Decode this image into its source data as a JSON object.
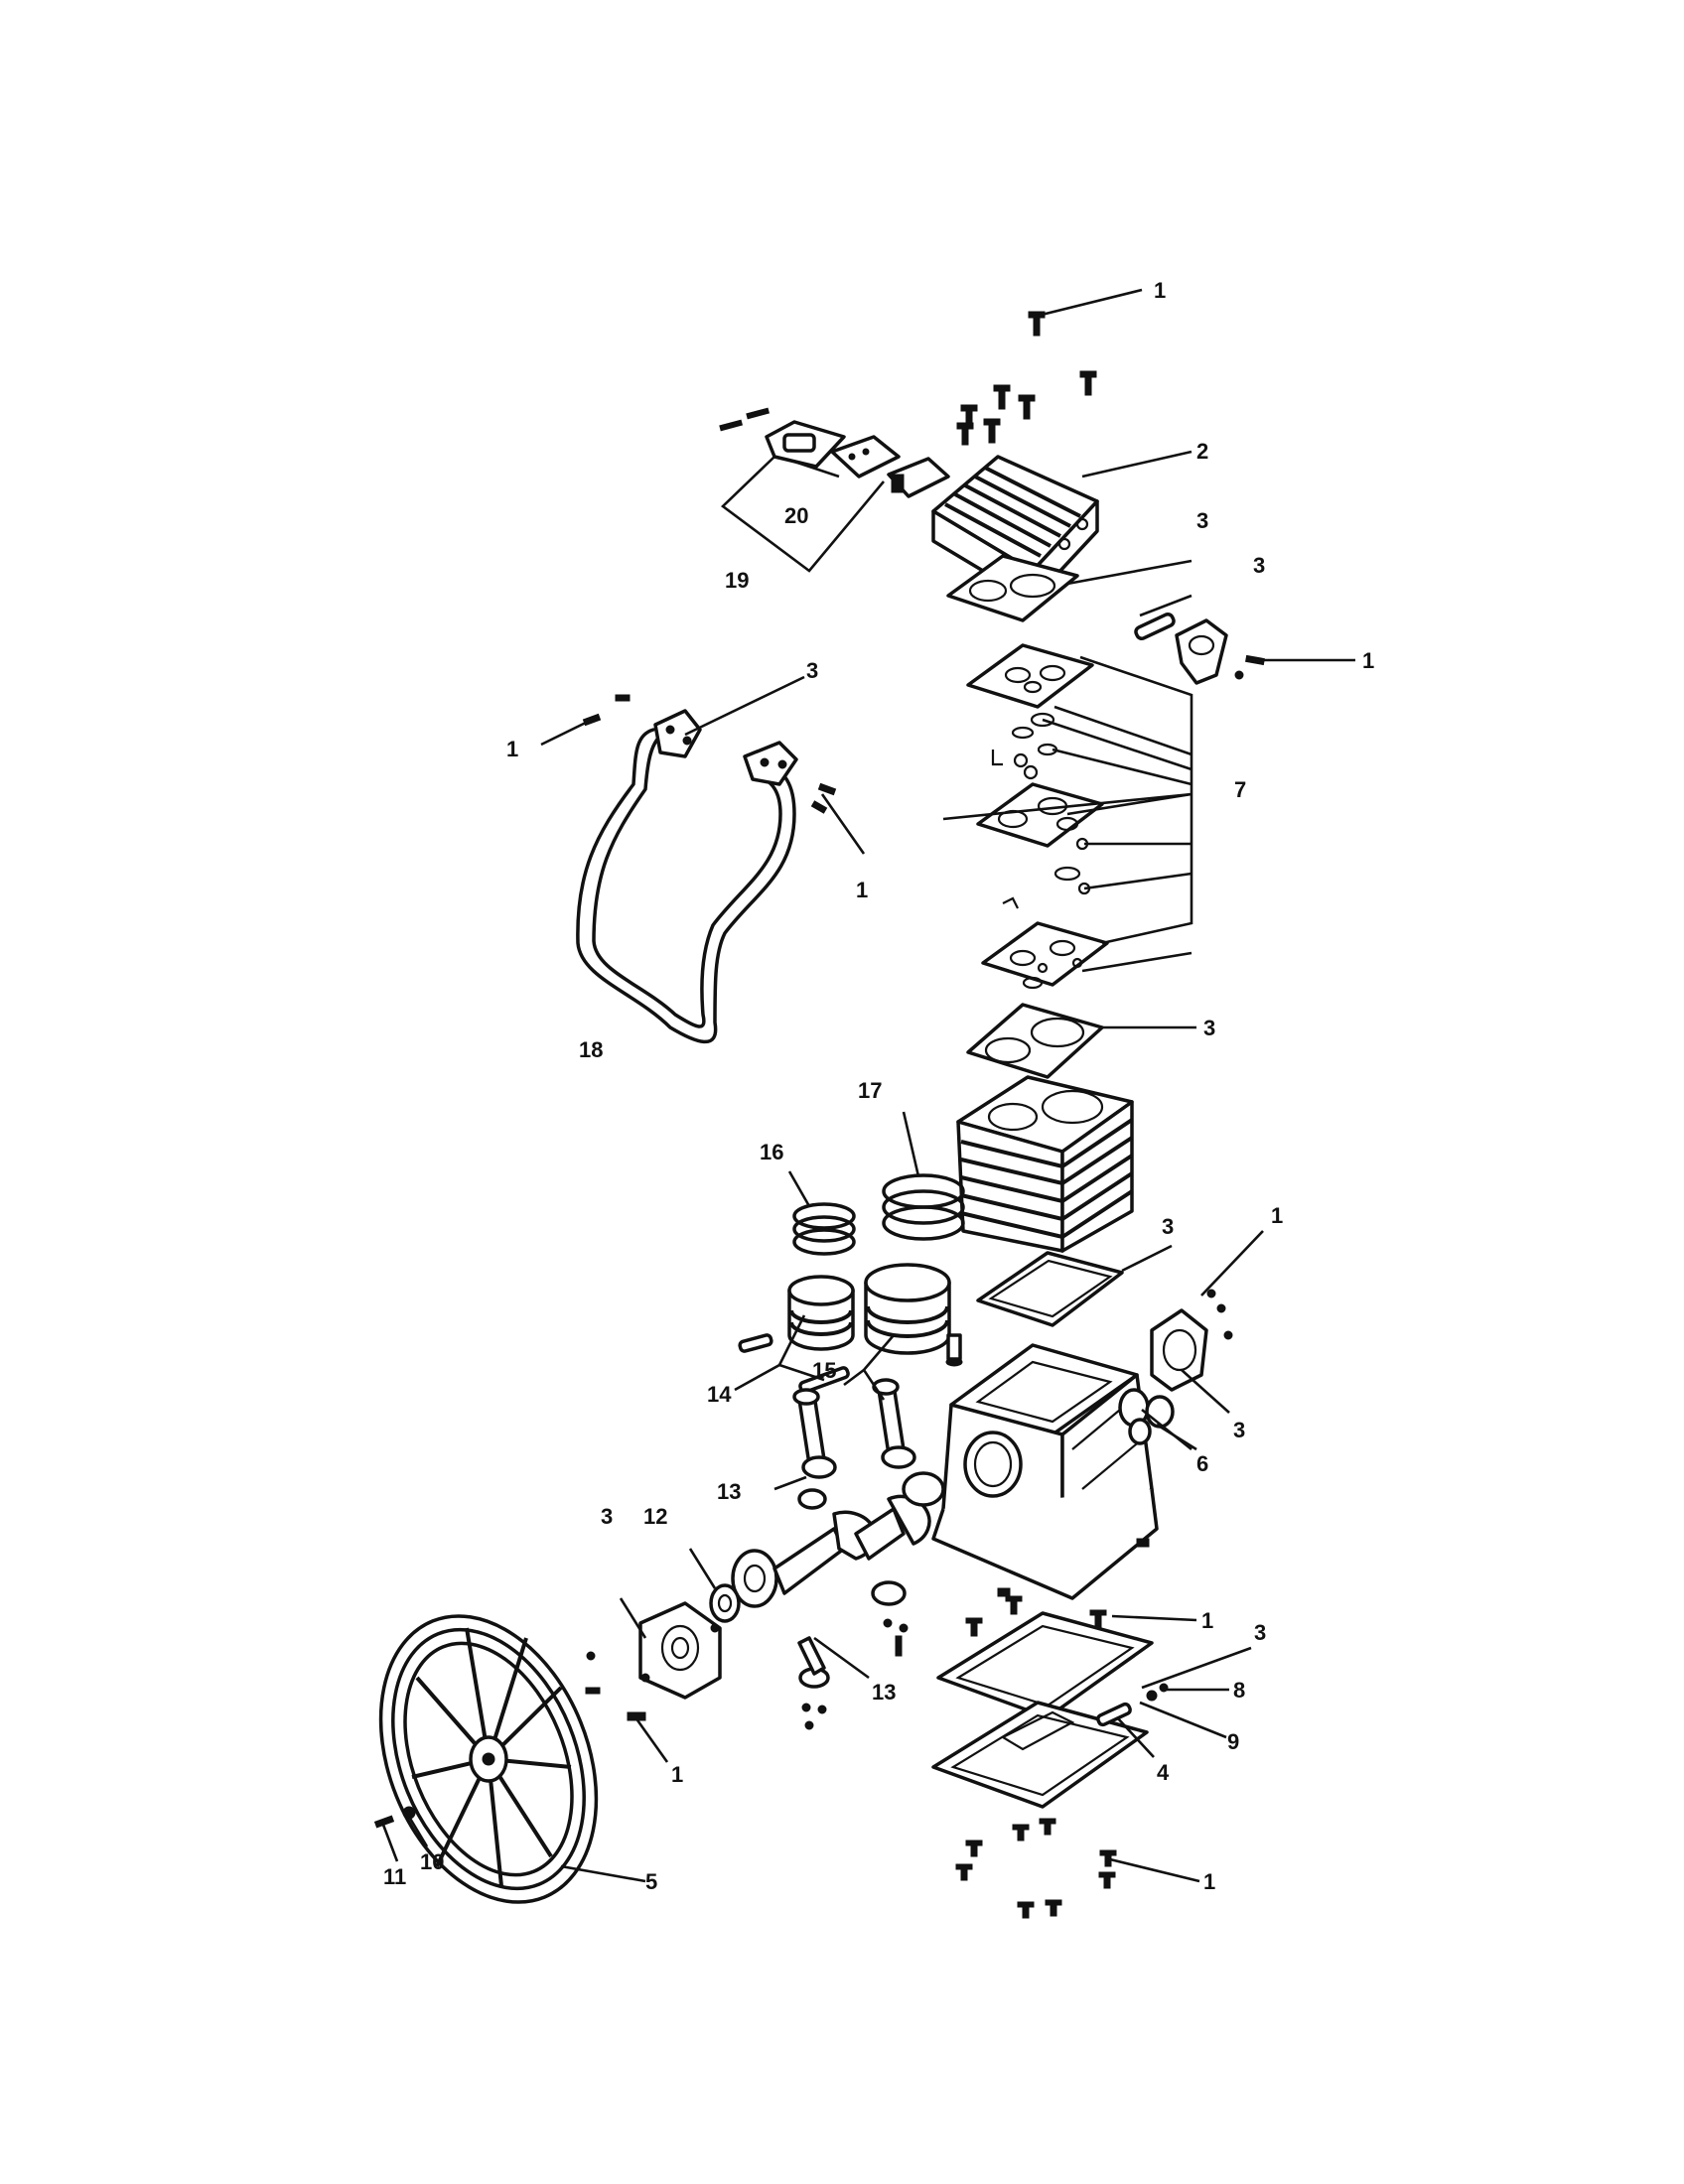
{
  "diagram": {
    "callouts": [
      "1",
      "2",
      "3",
      "3",
      "1",
      "3",
      "1",
      "1",
      "7",
      "3",
      "17",
      "16",
      "3",
      "1",
      "15",
      "14",
      "3",
      "6",
      "13",
      "3",
      "12",
      "13",
      "1",
      "3",
      "8",
      "9",
      "4",
      "1",
      "10",
      "11",
      "5",
      "1",
      "20",
      "19",
      "18"
    ]
  }
}
